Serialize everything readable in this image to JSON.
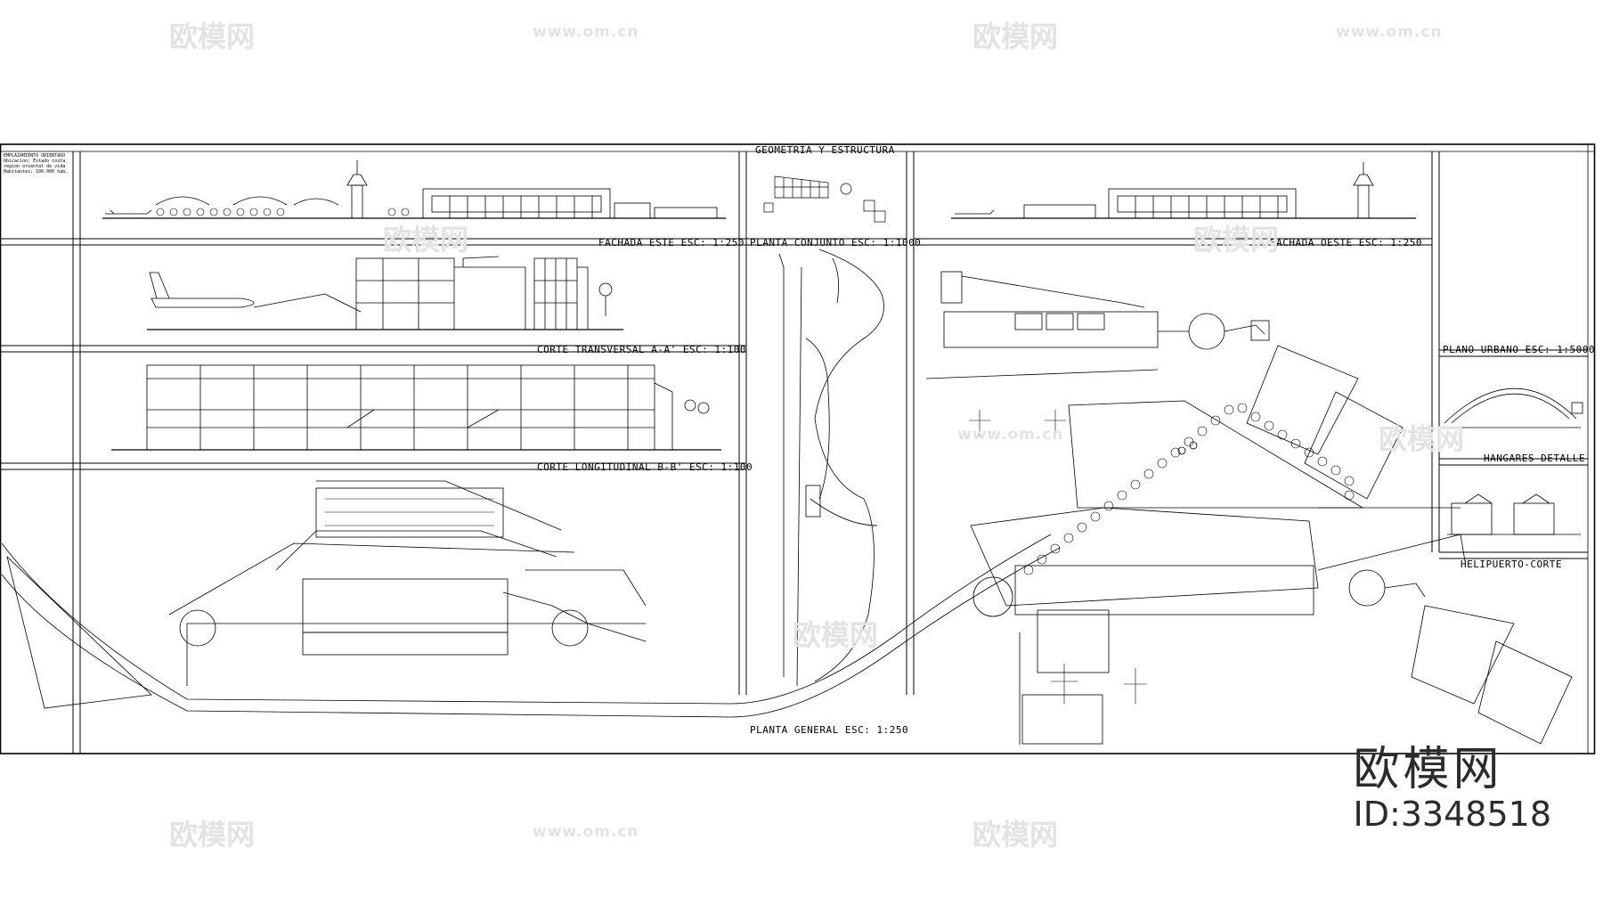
{
  "watermark": {
    "logo_text": "欧模网",
    "url_text": "www.om.cn"
  },
  "brand": {
    "name": "欧模网",
    "id_text": "ID:3348518"
  },
  "drawing_titles": {
    "geometria": "GEOMETRIA Y ESTRUCTURA",
    "fachada_este": "FACHADA ESTE ESC: 1:250",
    "planta_conjunto": "PLANTA CONJUNTO ESC: 1:1000",
    "fachada_oeste": "FACHADA OESTE ESC: 1:250",
    "corte_transversal": "CORTE TRANSVERSAL A-A' ESC: 1:100",
    "corte_longitudinal": "CORTE LONGITUDINAL B-B' ESC: 1:100",
    "plano_urbano": "PLANO URBANO ESC: 1:5000",
    "hangares": "HANGARES-DETALLE",
    "helipuerto": "HELIPUERTO-CORTE",
    "planta_general": "PLANTA GENERAL ESC: 1:250"
  },
  "side_note": {
    "text": "EMPLAZAMIENTO ORIENTADO Ubicacion: Estado costa region oriental de vida Habitantes: 100.000 hab."
  },
  "colors": {
    "ink": "#000000",
    "watermark": "#e3e3e3",
    "brand": "#2b2b2b"
  }
}
